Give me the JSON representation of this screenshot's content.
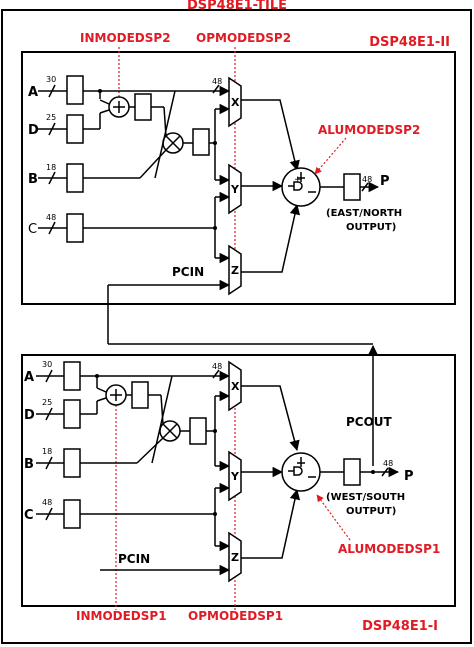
{
  "title": "DSP48E1-TILE",
  "top_tile": {
    "name": "DSP48E1-II",
    "inmode_label": "INMODEDSP2",
    "opmode_label": "OPMODEDSP2",
    "alumode_label": "ALUMODEDSP2",
    "inputs": [
      {
        "port": "A",
        "width": "30"
      },
      {
        "port": "D",
        "width": "25"
      },
      {
        "port": "B",
        "width": "18"
      },
      {
        "port": "C",
        "width": "48"
      }
    ],
    "mux_labels": [
      "X",
      "Y",
      "Z"
    ],
    "bus_width_label": "48",
    "output_width": "48",
    "output_port": "P",
    "output_note_line1": "(EAST/NORTH",
    "output_note_line2": "OUTPUT)",
    "pcin_label": "PCIN"
  },
  "bottom_tile": {
    "name": "DSP48E1-I",
    "inmode_label": "INMODEDSP1",
    "opmode_label": "OPMODEDSP1",
    "alumode_label": "ALUMODEDSP1",
    "inputs": [
      {
        "port": "A",
        "width": "30"
      },
      {
        "port": "D",
        "width": "25"
      },
      {
        "port": "B",
        "width": "18"
      },
      {
        "port": "C",
        "width": "48"
      }
    ],
    "mux_labels": [
      "X",
      "Y",
      "Z"
    ],
    "bus_width_label": "48",
    "output_width": "48",
    "output_port": "P",
    "output_note_line1": "(WEST/SOUTH",
    "output_note_line2": "OUTPUT)",
    "pcin_label": "PCIN",
    "pcout_label": "PCOUT"
  },
  "colors": {
    "label_red": "#e01b24",
    "line": "#000000"
  }
}
